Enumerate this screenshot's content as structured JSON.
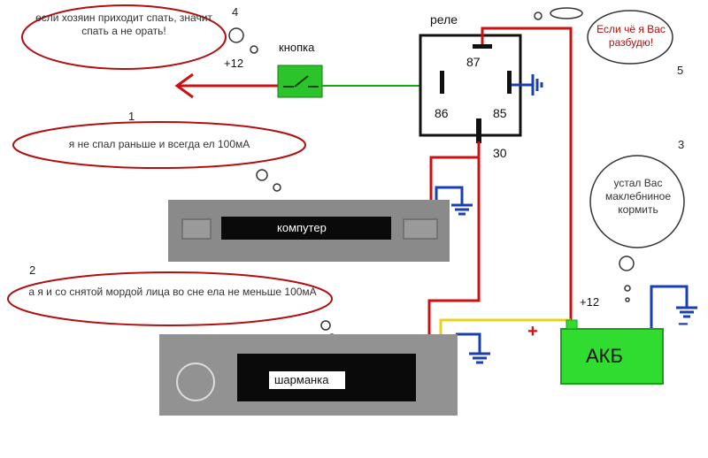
{
  "relay": {
    "title": "реле",
    "pin_87": "87",
    "pin_86": "86",
    "pin_85": "85",
    "pin_30": "30"
  },
  "button": {
    "label": "кнопка"
  },
  "plus12_left": "+12",
  "plus12_battery": "+12",
  "battery": {
    "label": "АКБ",
    "plus": "+",
    "minus": "−"
  },
  "devices": {
    "computer": "компутер",
    "radio": "шарманка"
  },
  "bubbles": [
    {
      "num": "4",
      "text": "если хозяин приходит спать, значит спать а не орать!"
    },
    {
      "num": "1",
      "text": "я не спал раньше и всегда  ел 100мА"
    },
    {
      "num": "2",
      "text": "а я и со снятой мордой лица  во сне ела не меньше 100мА"
    },
    {
      "num": "5",
      "text": "Если чё я Вас разбудю!"
    },
    {
      "num": "3",
      "text": "устал Вас маклебниное кормить"
    }
  ],
  "colors": {
    "wire_red": "#cc1111",
    "wire_green": "#11aa11",
    "wire_yellow": "#e8d21a",
    "ground_blue": "#1a3fb0",
    "battery_green": "#2fdc2f",
    "bubble_outline": "#b01010"
  }
}
